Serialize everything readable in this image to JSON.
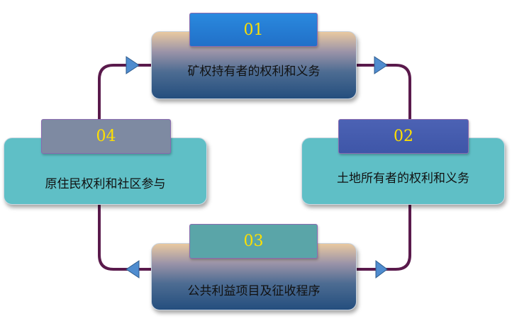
{
  "colors": {
    "connector": "#5a1a4c",
    "arrowhead": "#4f8ccf",
    "badge_text": "#ffe000",
    "teal_box": "#5fbfc6",
    "gradient_top": "#e9c9a0",
    "gradient_bottom": "#244e7e",
    "badge_blue": "#2a89de",
    "badge_indigo": "#4c62b4",
    "badge_teal": "#5aa5a8",
    "badge_gray": "#7e8aa2"
  },
  "nodes": [
    {
      "number": "01",
      "label": "矿权持有者的权利和义务"
    },
    {
      "number": "02",
      "label": "土地所有者的权利和义务"
    },
    {
      "number": "03",
      "label": "公共利益项目及征收程序"
    },
    {
      "number": "04",
      "label": "原住民权利和社区参与"
    }
  ]
}
